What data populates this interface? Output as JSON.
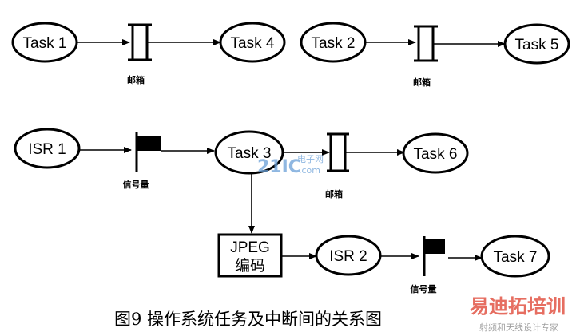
{
  "nodes": {
    "task1": "Task 1",
    "task4": "Task 4",
    "task2": "Task 2",
    "task5": "Task 5",
    "isr1": "ISR 1",
    "task3": "Task 3",
    "task6": "Task 6",
    "jpeg_line1": "JPEG",
    "jpeg_line2": "编码",
    "isr2": "ISR 2",
    "task7": "Task 7"
  },
  "labels": {
    "mailbox1": "邮箱",
    "mailbox2": "邮箱",
    "mailbox3": "邮箱",
    "semaphore1": "信号量",
    "semaphore2": "信号量"
  },
  "caption": "图9  操作系统任务及中断间的关系图",
  "watermarks": {
    "site1_main": "21IC",
    "site1_sub": "电子网",
    "site1_domain": ".com",
    "site2_main": "易迪拓培训",
    "site2_sub": "射频和天线设计专家"
  },
  "colors": {
    "ink": "#000000",
    "watermark_blue": "#6aa0d8",
    "watermark_red": "#e04a3a"
  }
}
